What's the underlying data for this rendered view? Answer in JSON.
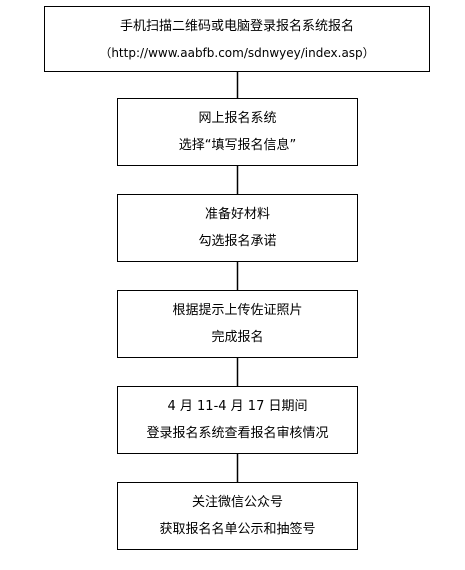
{
  "steps": [
    {
      "lines": [
        "手机扫描二维码或电脑登录报名系统报名",
        "（http://www.aabfb.com/sdnwyey/index.asp）"
      ]
    },
    {
      "lines": [
        "网上报名系统",
        "选择“填写报名信息”"
      ]
    },
    {
      "lines": [
        "准备好材料",
        "勾选报名承诺"
      ]
    },
    {
      "lines": [
        "根据提示上传佐证照片",
        "完成报名"
      ]
    },
    {
      "lines": [
        "4 月 11-4 月 17 日期间",
        "登录报名系统查看报名审核情况"
      ]
    },
    {
      "lines": [
        "关注微信公众号",
        "获取报名名单公示和抽签号"
      ]
    }
  ],
  "colors": {
    "border": "#000000",
    "background": "#ffffff",
    "text": "#000000"
  }
}
